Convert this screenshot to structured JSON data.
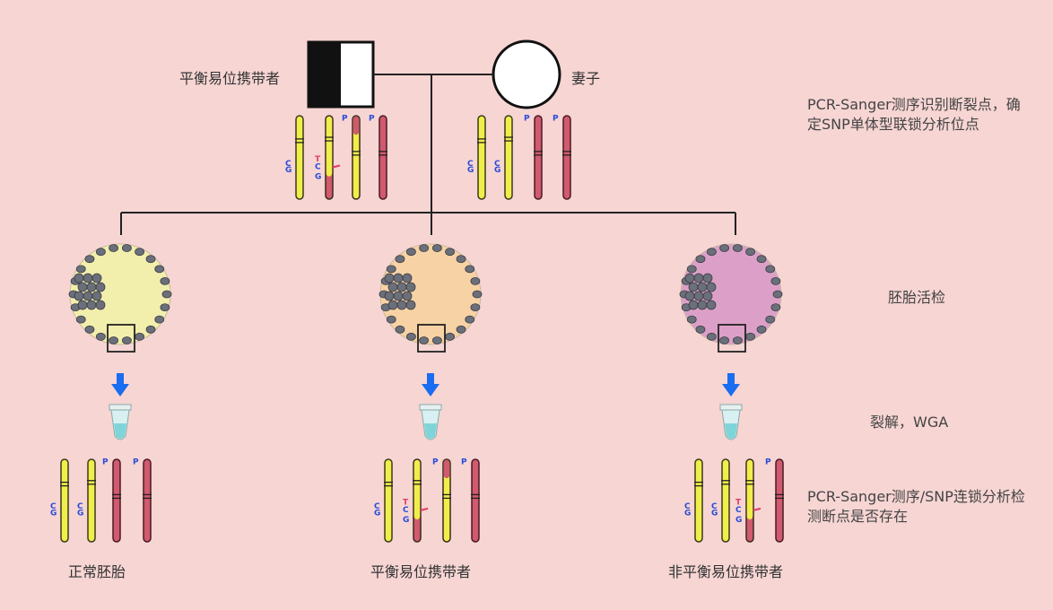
{
  "colors": {
    "background": "#f6d5d3",
    "line": "#222222",
    "chromosome_yellow": "#f0ee4a",
    "chromosome_red": "#d05a6e",
    "embryo_normal": "#f2eeac",
    "embryo_balanced": "#f7d2a4",
    "embryo_unbalanced": "#dca0c8",
    "arrow_blue": "#1a6cf0",
    "marker_blue": "#2a4cd8",
    "marker_red": "#e23a6a"
  },
  "pedigree": {
    "father_label": "平衡易位携带者",
    "wife_label": "妻子"
  },
  "steps": {
    "step1": "PCR-Sanger测序识别断裂点，确定SNP单体型联锁分析位点",
    "step2": "胚胎活检",
    "step3": "裂解，WGA",
    "step4": "PCR-Sanger测序/SNP连锁分析检测断点是否存在"
  },
  "embryos": [
    {
      "label": "正常胚胎",
      "color_key": "embryo_normal"
    },
    {
      "label": "平衡易位携带者",
      "color_key": "embryo_balanced"
    },
    {
      "label": "非平衡易位携带者",
      "color_key": "embryo_unbalanced"
    }
  ],
  "marker_letters": {
    "c": "C",
    "g": "G",
    "t": "T",
    "p": "P"
  }
}
